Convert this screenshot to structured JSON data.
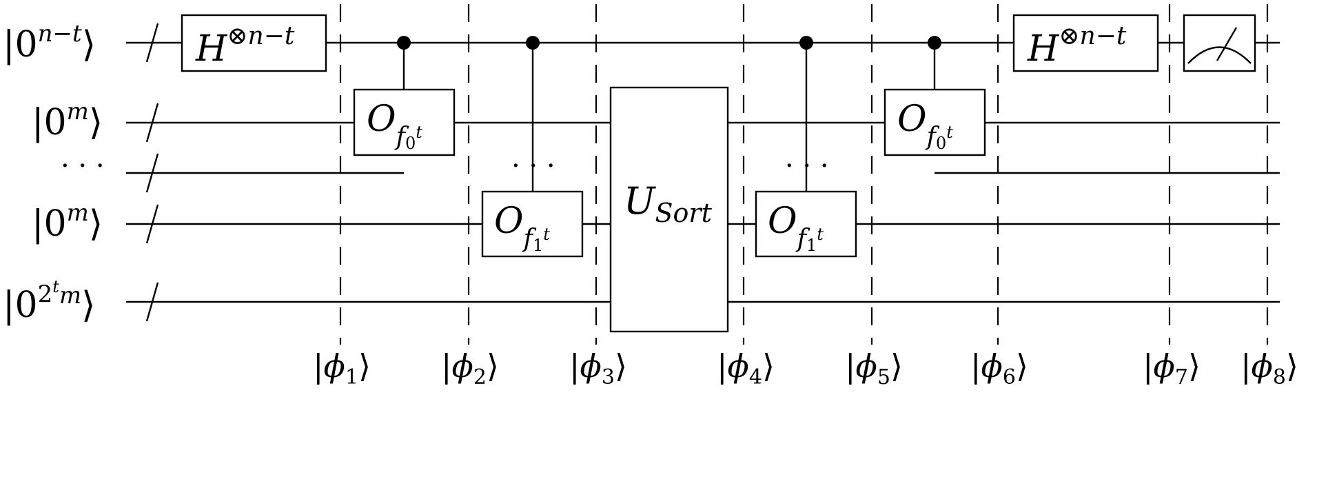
{
  "wires": [
    {
      "id": "w0",
      "ket": "0",
      "sup": "n−t"
    },
    {
      "id": "w1",
      "ket": "0",
      "sup": "m"
    },
    {
      "id": "w2",
      "label": "· · ·"
    },
    {
      "id": "w3",
      "ket": "0",
      "sup": "m"
    },
    {
      "id": "w4",
      "ket": "0",
      "sup": "2",
      "supsup": "t",
      "tail": "m"
    }
  ],
  "gates": {
    "hadamard": {
      "base": "H",
      "sup": "⊗n−t"
    },
    "oracle0": {
      "base": "O",
      "sub": "f",
      "subsub": "0",
      "subsup": "t"
    },
    "oracle1": {
      "base": "O",
      "sub": "f",
      "subsub": "1",
      "subsup": "t"
    },
    "sort": {
      "base": "U",
      "sub": "Sort"
    },
    "ellipsis": "· · ·"
  },
  "states": [
    {
      "phi": "ϕ",
      "sub": "1"
    },
    {
      "phi": "ϕ",
      "sub": "2"
    },
    {
      "phi": "ϕ",
      "sub": "3"
    },
    {
      "phi": "ϕ",
      "sub": "4"
    },
    {
      "phi": "ϕ",
      "sub": "5"
    },
    {
      "phi": "ϕ",
      "sub": "6"
    },
    {
      "phi": "ϕ",
      "sub": "7"
    },
    {
      "phi": "ϕ",
      "sub": "8"
    }
  ]
}
